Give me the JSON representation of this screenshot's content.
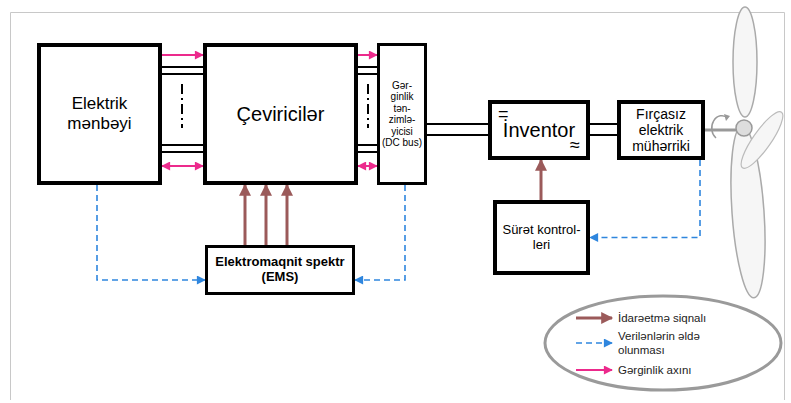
{
  "diagram": {
    "nodes": [
      {
        "text": [
          "Elektrik mənbəyi"
        ]
      },
      {
        "text": [
          "Çeviricilər"
        ]
      },
      {
        "text": [
          "Gər- ginlik tən- zimlə- yicisi (DC bus)"
        ]
      },
      {
        "text": [
          "=",
          "İnventor",
          "≈"
        ]
      },
      {
        "text": [
          "Fırçasız elektrik mühərriki"
        ]
      },
      {
        "text": [
          "Sürət kontrol- leri"
        ]
      },
      {
        "text": [
          "Elektromaqnit spektr (EMS)"
        ]
      }
    ],
    "edges": [
      {
        "from": 0,
        "to": 1,
        "arrow": "to"
      },
      {
        "from": 0,
        "to": 1,
        "arrow": "none"
      },
      {
        "from": 0,
        "to": 1,
        "arrow": "none"
      },
      {
        "from": 0,
        "to": 1,
        "arrow": "none"
      },
      {
        "from": 0,
        "to": 1,
        "arrow": "none"
      },
      {
        "from": 0,
        "to": 1,
        "arrow": "both"
      },
      {
        "from": 1,
        "to": 2,
        "arrow": "to"
      },
      {
        "from": 1,
        "to": 2,
        "arrow": "none"
      },
      {
        "from": 1,
        "to": 2,
        "arrow": "none"
      },
      {
        "from": 1,
        "to": 2,
        "arrow": "none"
      },
      {
        "from": 1,
        "to": 2,
        "arrow": "none"
      },
      {
        "from": 1,
        "to": 2,
        "arrow": "both"
      },
      {
        "from": 2,
        "to": 3,
        "arrow": "none"
      },
      {
        "from": 2,
        "to": 3,
        "arrow": "none"
      },
      {
        "from": 3,
        "to": 4,
        "arrow": "none"
      },
      {
        "from": 3,
        "to": 4,
        "arrow": "none"
      },
      {
        "from": 6,
        "to": 1,
        "arrow": "to"
      },
      {
        "from": 6,
        "to": 1,
        "arrow": "to"
      },
      {
        "from": 6,
        "to": 1,
        "arrow": "to"
      },
      {
        "from": 5,
        "to": 3,
        "arrow": "to"
      },
      {
        "from": 0,
        "to": 6,
        "arrow": "to"
      },
      {
        "from": 2,
        "to": 6,
        "arrow": "to"
      },
      {
        "from": 4,
        "to": 5,
        "arrow": "to"
      }
    ],
    "legend": [
      {
        "text": "İdarəetmə siqnalı"
      },
      {
        "text": "Verilənlərin əldə olunması"
      },
      {
        "text": "Gərginlik axını"
      }
    ]
  }
}
